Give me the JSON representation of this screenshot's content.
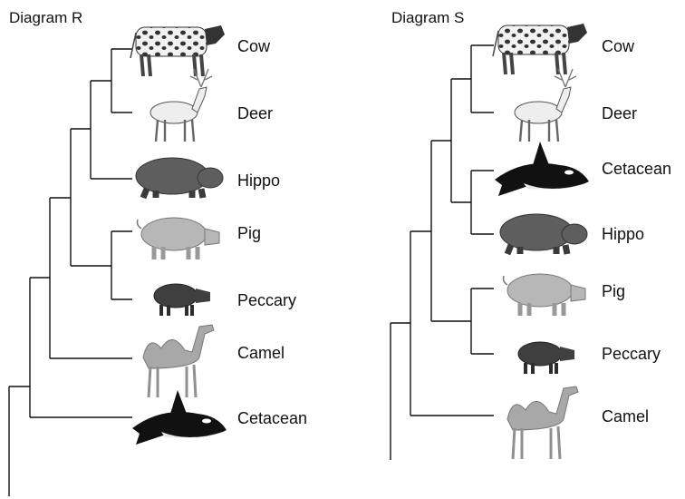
{
  "diagram_r": {
    "title": "Diagram R",
    "taxa": [
      {
        "label": "Cow",
        "icon": "cow-icon"
      },
      {
        "label": "Deer",
        "icon": "deer-icon"
      },
      {
        "label": "Hippo",
        "icon": "hippo-icon"
      },
      {
        "label": "Pig",
        "icon": "pig-icon"
      },
      {
        "label": "Peccary",
        "icon": "peccary-icon"
      },
      {
        "label": "Camel",
        "icon": "camel-icon"
      },
      {
        "label": "Cetacean",
        "icon": "cetacean-icon"
      }
    ]
  },
  "diagram_s": {
    "title": "Diagram S",
    "taxa": [
      {
        "label": "Cow",
        "icon": "cow-icon"
      },
      {
        "label": "Deer",
        "icon": "deer-icon"
      },
      {
        "label": "Cetacean",
        "icon": "cetacean-icon"
      },
      {
        "label": "Hippo",
        "icon": "hippo-icon"
      },
      {
        "label": "Pig",
        "icon": "pig-icon"
      },
      {
        "label": "Peccary",
        "icon": "peccary-icon"
      },
      {
        "label": "Camel",
        "icon": "camel-icon"
      }
    ]
  }
}
